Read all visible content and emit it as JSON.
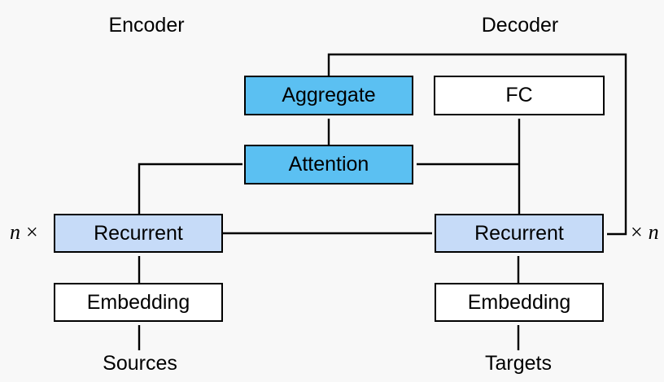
{
  "canvas": {
    "background": "#f8f8f8"
  },
  "colors": {
    "attention_fill": "#5bc0f2",
    "recurrent_fill": "#c6dbf8",
    "plain_fill": "#ffffff",
    "line": "#000000"
  },
  "sections": {
    "encoder": "Encoder",
    "decoder": "Decoder"
  },
  "nodes": {
    "aggregate": {
      "label": "Aggregate"
    },
    "fc": {
      "label": "FC"
    },
    "attention": {
      "label": "Attention"
    },
    "encoder_recurrent": {
      "label": "Recurrent"
    },
    "decoder_recurrent": {
      "label": "Recurrent"
    },
    "encoder_embedding": {
      "label": "Embedding"
    },
    "decoder_embedding": {
      "label": "Embedding"
    }
  },
  "repeat_markers": {
    "left": {
      "variable": "n",
      "times_symbol": "×"
    },
    "right": {
      "variable": "n",
      "times_symbol": "×"
    }
  },
  "io": {
    "sources": "Sources",
    "targets": "Targets"
  }
}
